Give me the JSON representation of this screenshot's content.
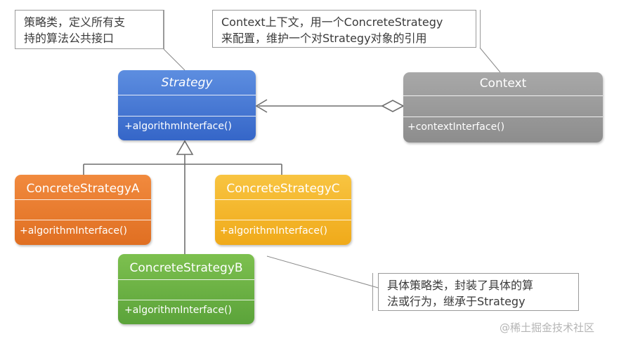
{
  "notes": {
    "strategy_note": [
      "策略类，定义所有支",
      "持的算法公共接口"
    ],
    "context_note": [
      "Context上下文，用一个ConcreteStrategy",
      "来配置，维护一个对Strategy对象的引用"
    ],
    "concrete_note": [
      "具体策略类，封装了具体的算",
      "法或行为，继承于Strategy"
    ]
  },
  "classes": {
    "strategy": {
      "name": "Strategy",
      "method": "+algorithmInterface()"
    },
    "context": {
      "name": "Context",
      "method": "+contextInterface()"
    },
    "concrete_a": {
      "name": "ConcreteStrategyA",
      "method": "+algorithmInterface()"
    },
    "concrete_b": {
      "name": "ConcreteStrategyB",
      "method": "+algorithmInterface()"
    },
    "concrete_c": {
      "name": "ConcreteStrategyC",
      "method": "+algorithmInterface()"
    }
  },
  "relations": [
    {
      "type": "aggregation",
      "from": "Context",
      "to": "Strategy"
    },
    {
      "type": "generalization",
      "from": "ConcreteStrategyA",
      "to": "Strategy"
    },
    {
      "type": "generalization",
      "from": "ConcreteStrategyB",
      "to": "Strategy"
    },
    {
      "type": "generalization",
      "from": "ConcreteStrategyC",
      "to": "Strategy"
    }
  ],
  "colors": {
    "strategy": "#3f72d4",
    "context": "#999999",
    "concrete_a": "#e87a2d",
    "concrete_b": "#69b043",
    "concrete_c": "#f4b52a",
    "line": "#7a7a7a"
  },
  "watermark": "@稀土掘金技术社区"
}
